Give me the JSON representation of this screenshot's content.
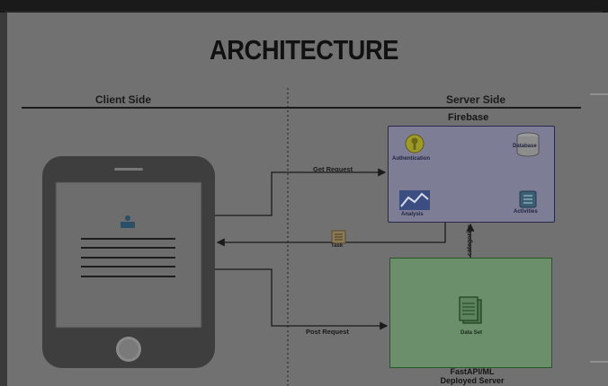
{
  "title": "ARCHITECTURE",
  "client_side": "Client Side",
  "server_side": "Server Side",
  "firebase": {
    "title": "Firebase",
    "authentication": "Authentication",
    "database": "Database",
    "analysis": "Analysis",
    "activities": "Activities"
  },
  "ml_server": {
    "title_line1": "FastAPI/ML",
    "title_line2": "Deployed Server",
    "data_set": "Data Set"
  },
  "edges": {
    "get_request": "Get Request",
    "post_request": "Post Request",
    "task": "Task",
    "categories": "categories"
  },
  "colors": {
    "background": "#717171",
    "phone": "#3e3e3e",
    "firebase_box": "#7d7e96",
    "ml_box": "#6b8f6a",
    "line": "#1b1b1b"
  }
}
